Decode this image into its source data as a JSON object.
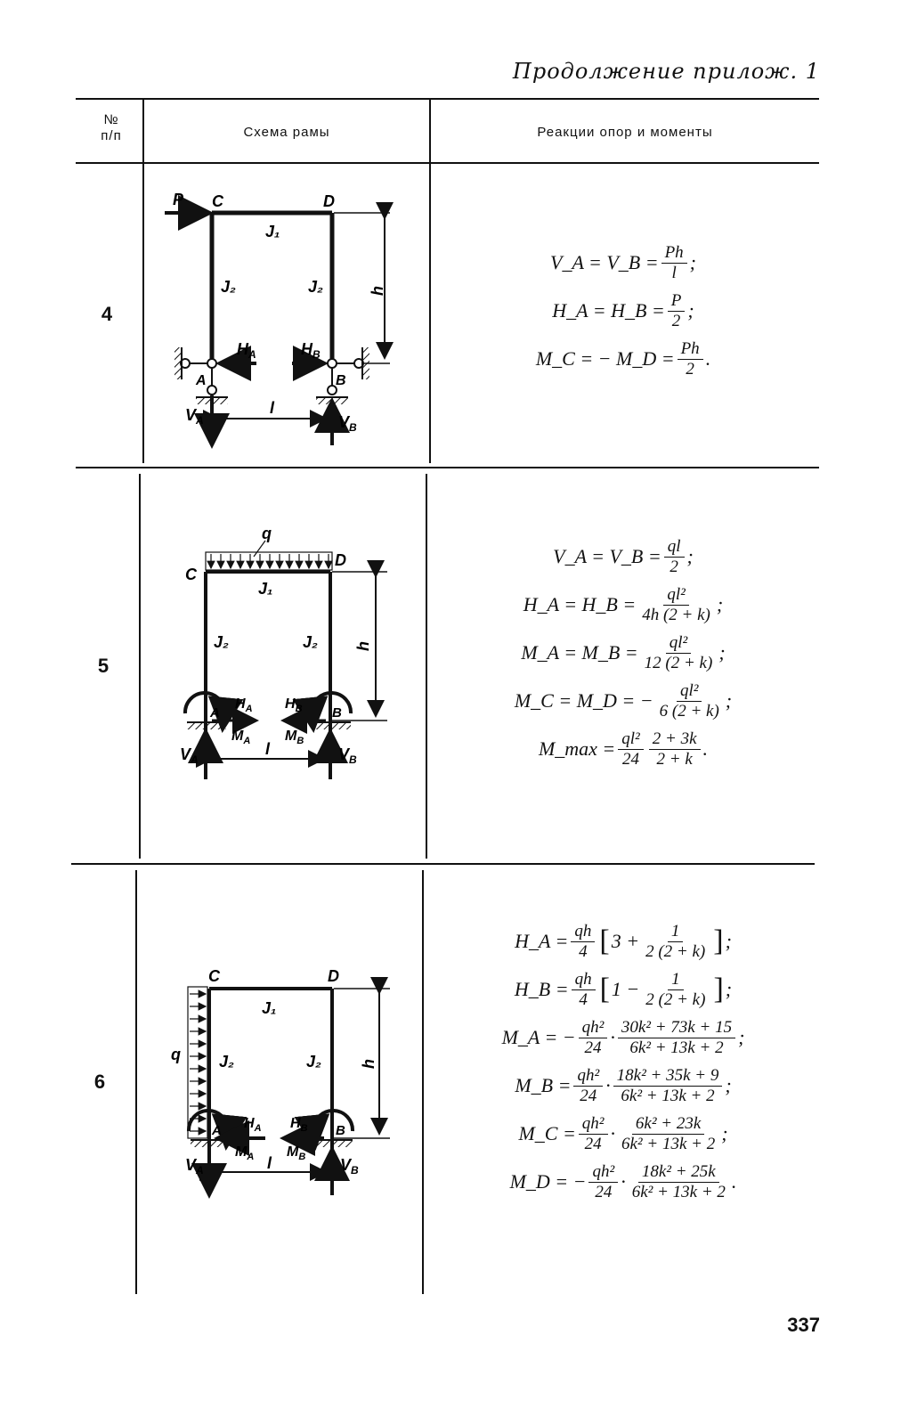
{
  "running_head": "Продолжение прилож. 1",
  "page_number": "337",
  "table": {
    "header": {
      "number_line1": "№",
      "number_line2": "п/п",
      "scheme": "Схема рамы",
      "reactions": "Реакции опор и моменты"
    },
    "rows": [
      {
        "number": "4",
        "labels": {
          "P": "P",
          "C": "C",
          "D": "D",
          "J1": "J₁",
          "J2a": "J₂",
          "J2b": "J₂",
          "h": "h",
          "HA": "H",
          "HA_sub": "A",
          "HB": "H",
          "HB_sub": "B",
          "A": "A",
          "B": "B",
          "VA": "V",
          "VA_sub": "A",
          "VB": "V",
          "VB_sub": "B",
          "l": "l"
        },
        "formulas": [
          {
            "lhs": "V_A = V_B =",
            "num": "Ph",
            "den": "l",
            "end": ";"
          },
          {
            "lhs": "H_A = H_B =",
            "num": "P",
            "den": "2",
            "end": ";"
          },
          {
            "lhs": "M_C = − M_D =",
            "num": "Ph",
            "den": "2",
            "end": "."
          }
        ]
      },
      {
        "number": "5",
        "labels": {
          "q": "q",
          "C": "C",
          "D": "D",
          "J1": "J₁",
          "J2a": "J₂",
          "J2b": "J₂",
          "h": "h",
          "HA": "H",
          "HA_sub": "A",
          "HB": "H",
          "HB_sub": "B",
          "A": "A",
          "B": "B",
          "MA": "M",
          "MA_sub": "A",
          "MB": "M",
          "MB_sub": "B",
          "VA": "V",
          "VA_sub": "A",
          "VB": "V",
          "VB_sub": "B",
          "l": "l"
        },
        "formulas": [
          {
            "lhs": "V_A = V_B =",
            "num": "ql",
            "den": "2",
            "end": ";"
          },
          {
            "lhs": "H_A = H_B =",
            "num": "ql²",
            "den": "4h (2 + k)",
            "end": ";"
          },
          {
            "lhs": "M_A = M_B =",
            "num": "ql²",
            "den": "12 (2 + k)",
            "end": ";"
          },
          {
            "lhs": "M_C = M_D = −",
            "num": "ql²",
            "den": "6 (2 + k)",
            "end": ";"
          },
          {
            "lhs": "M_max =",
            "num": "ql²",
            "den": "24",
            "num2": "2 + 3k",
            "den2": "2 + k",
            "end": "."
          }
        ]
      },
      {
        "number": "6",
        "labels": {
          "q": "q",
          "C": "C",
          "D": "D",
          "J1": "J₁",
          "J2a": "J₂",
          "J2b": "J₂",
          "h": "h",
          "HA": "H",
          "HA_sub": "A",
          "HB": "H",
          "HB_sub": "B",
          "A": "A",
          "B": "B",
          "MA": "M",
          "MA_sub": "A",
          "MB": "M",
          "MB_sub": "B",
          "VA": "V",
          "VA_sub": "A",
          "VB": "V",
          "VB_sub": "B",
          "l": "l"
        },
        "formulas": [
          {
            "lhs": "H_A =",
            "num": "qh",
            "den": "4",
            "bracket": "3 +",
            "num2": "1",
            "den2": "2 (2 + k)",
            "end": ";"
          },
          {
            "lhs": "H_B =",
            "num": "qh",
            "den": "4",
            "bracket": "1 −",
            "num2": "1",
            "den2": "2 (2 + k)",
            "end": ";"
          },
          {
            "lhs": "M_A = −",
            "num": "qh²",
            "den": "24",
            "num2": "30k² + 73k + 15",
            "den2": "6k² + 13k + 2",
            "end": ";"
          },
          {
            "lhs": "M_B =",
            "num": "qh²",
            "den": "24",
            "num2": "18k² + 35k + 9",
            "den2": "6k² + 13k + 2",
            "end": ";"
          },
          {
            "lhs": "M_C =",
            "num": "qh²",
            "den": "24",
            "num2": "6k² + 23k",
            "den2": "6k² + 13k + 2",
            "end": ";"
          },
          {
            "lhs": "M_D = −",
            "num": "qh²",
            "den": "24",
            "num2": "18k² + 25k",
            "den2": "6k² + 13k + 2",
            "end": "."
          }
        ]
      }
    ]
  }
}
